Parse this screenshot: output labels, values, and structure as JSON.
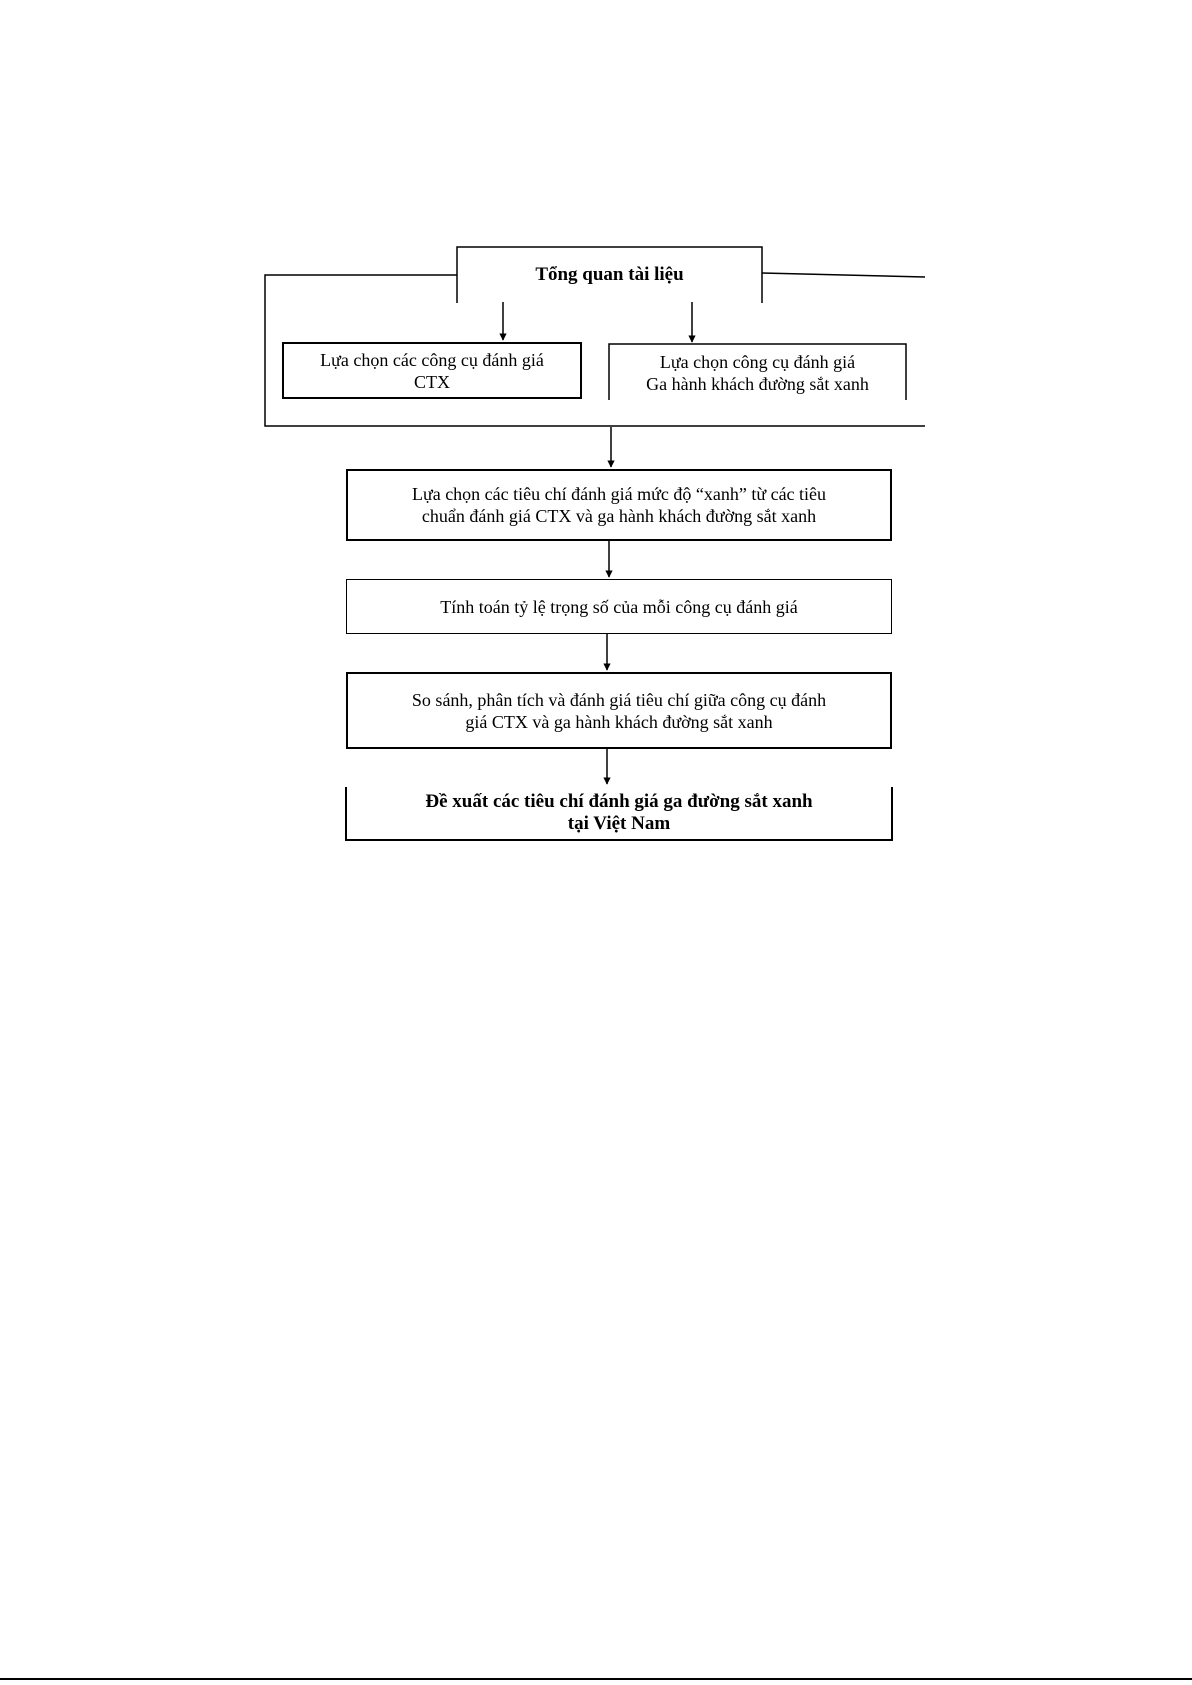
{
  "diagram": {
    "top": {
      "label": "Tổng quan tài liệu"
    },
    "left_branch": {
      "label_line1": "Lựa chọn các công cụ đánh giá",
      "label_line2": "CTX"
    },
    "right_branch": {
      "label_line1": "Lựa chọn công cụ đánh giá",
      "label_line2": "Ga hành khách đường sắt xanh"
    },
    "step1": {
      "label_line1": "Lựa chọn các tiêu chí đánh giá mức độ “xanh” từ các tiêu",
      "label_line2": "chuẩn đánh giá CTX và ga hành khách đường sắt xanh"
    },
    "step2": {
      "label": "Tính toán tỷ lệ trọng số của mỗi công cụ đánh giá"
    },
    "step3": {
      "label_line1": "So sánh, phân tích và đánh giá tiêu chí giữa công cụ đánh",
      "label_line2": "giá CTX và ga hành khách đường sắt xanh"
    },
    "final": {
      "label_line1": "Đề xuất các tiêu chí đánh giá ga đường sắt xanh",
      "label_line2": "tại Việt Nam"
    }
  }
}
